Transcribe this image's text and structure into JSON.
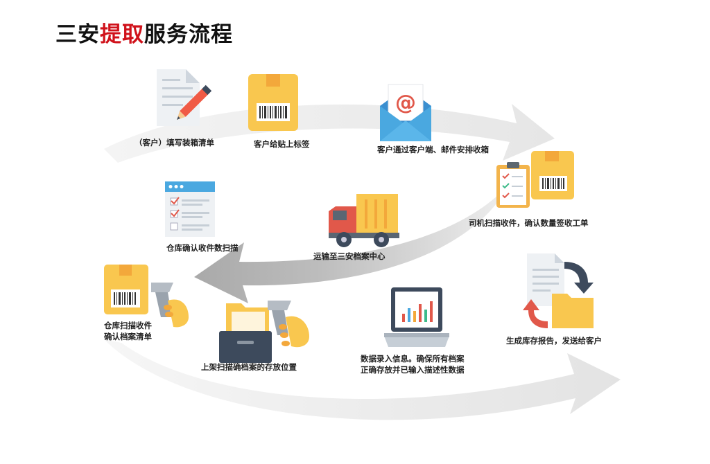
{
  "title": {
    "part1": "三安",
    "highlight": "提取",
    "part2": "服务流程"
  },
  "steps": [
    {
      "label": "（客户）填写装箱清单",
      "icon": "checklist-pencil-icon"
    },
    {
      "label": "客户给贴上标签",
      "icon": "barcode-box-icon"
    },
    {
      "label": "客户通过客户端、邮件安排收箱",
      "icon": "email-envelope-icon"
    },
    {
      "label": "司机扫描收件，确认数量签收工单",
      "icon": "clipboard-box-icon"
    },
    {
      "label": "运输至三安档案中心",
      "icon": "delivery-truck-icon"
    },
    {
      "label": "仓库确认收件数扫描",
      "icon": "checklist-window-icon"
    },
    {
      "label_line1": "仓库扫描收件",
      "label_line2": "确认档案清单",
      "icon": "barcode-scanner-box-icon"
    },
    {
      "label": "上架扫描确档案的存放位置",
      "icon": "drawer-folder-scanner-icon"
    },
    {
      "label_line1": "数据录入信息。确保所有档案",
      "label_line2": "正确存放并已输入描述性数据",
      "icon": "laptop-chart-icon"
    },
    {
      "label": "生成库存报告，发送给客户",
      "icon": "document-folder-arrows-icon"
    }
  ],
  "colors": {
    "accent_red": "#d0121b",
    "box_yellow": "#f9c74f",
    "box_tape": "#f3a83b",
    "envelope_blue": "#4aa8e0",
    "truck_red": "#e1584a",
    "arrow_gray": "#cccccc"
  }
}
